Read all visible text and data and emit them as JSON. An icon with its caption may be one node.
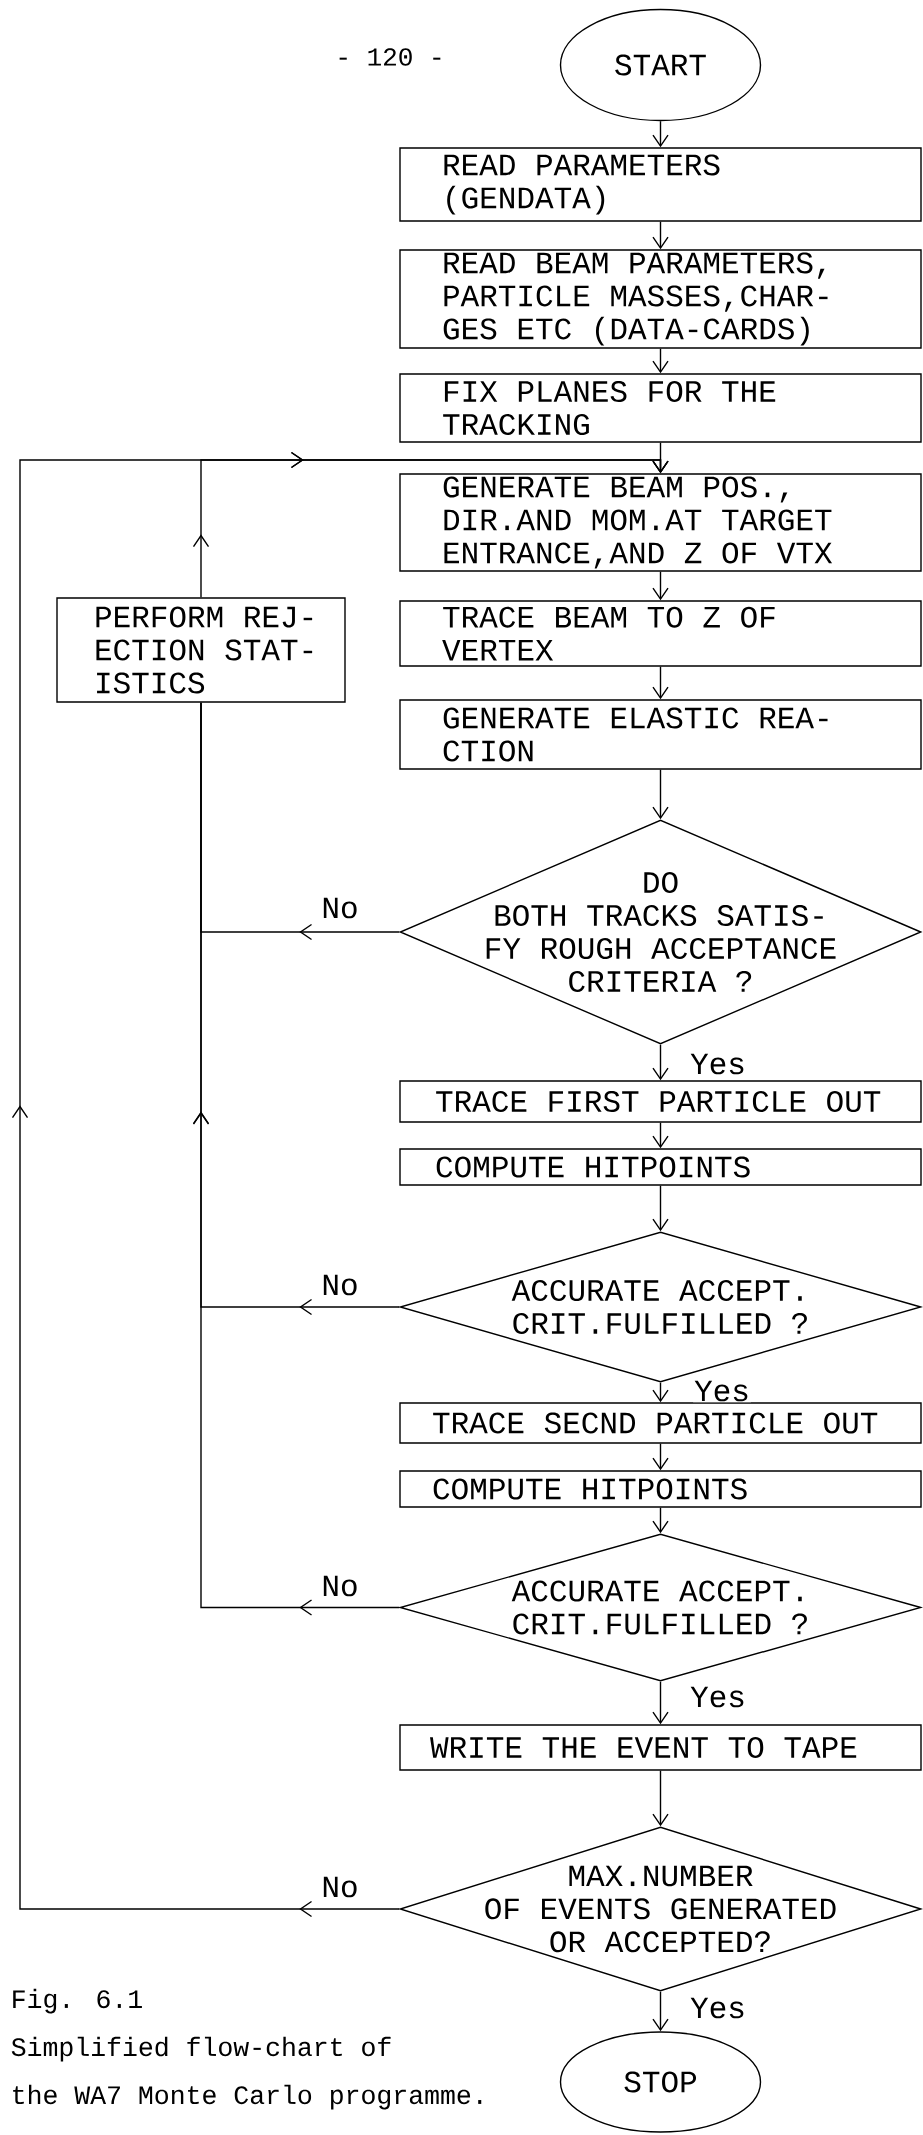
{
  "diagram": {
    "caption": "Fig. 6.1 Simplified flow-chart of the WA7 Monte Carlo programme.",
    "nodes": [
      {
        "text": [
          "START"
        ]
      },
      {
        "text": [
          "READ PARAMETERS (GENDATA)"
        ]
      },
      {
        "text": [
          "READ BEAM PARAMETERS, PARTICLE MASSES,CHAR- GES ETC (DATA-CARDS)"
        ]
      },
      {
        "text": [
          "FIX PLANES FOR THE TRACKING"
        ]
      },
      {
        "text": [
          "GENERATE BEAM POS., DIR.AND MOM.AT TARGET ENTRANCE,AND Z OF VTX"
        ]
      },
      {
        "text": [
          "PERFORM REJ- ECTION STAT- ISTICS"
        ]
      },
      {
        "text": [
          "TRACE BEAM TO Z OF VERTEX"
        ]
      },
      {
        "text": [
          "GENERATE ELASTIC REA- CTION"
        ]
      },
      {
        "text": [
          "DO BOTH TRACKS SATIS- FY ROUGH ACCEPTANCE CRITERIA ?"
        ]
      },
      {
        "text": [
          "TRACE FIRST PARTICLE OUT"
        ]
      },
      {
        "text": [
          "COMPUTE HITPOINTS"
        ]
      },
      {
        "text": [
          "ACCURATE ACCEPT. CRIT.FULFILLED ?"
        ]
      },
      {
        "text": [
          "TRACE SECND PARTICLE OUT"
        ]
      },
      {
        "text": [
          "COMPUTE HITPOINTS"
        ]
      },
      {
        "text": [
          "ACCURATE ACCEPT. CRIT.FULFILLED ?"
        ]
      },
      {
        "text": [
          "WRITE THE EVENT TO TAPE"
        ]
      },
      {
        "text": [
          "MAX.NUMBER OF EVENTS GENERATED OR ACCEPTED?"
        ]
      },
      {
        "text": [
          "STOP"
        ]
      }
    ],
    "edges": [
      {
        "from": 0,
        "to": 1,
        "arrow": "to"
      },
      {
        "from": 1,
        "to": 2,
        "arrow": "to"
      },
      {
        "from": 2,
        "to": 3,
        "arrow": "to"
      },
      {
        "from": 3,
        "to": 4,
        "arrow": "to"
      },
      {
        "from": 4,
        "to": 6,
        "arrow": "to"
      },
      {
        "from": 6,
        "to": 7,
        "arrow": "to"
      },
      {
        "from": 7,
        "to": 8,
        "arrow": "to"
      },
      {
        "from": 8,
        "to": 9,
        "arrow": "to",
        "label": "Yes"
      },
      {
        "from": 8,
        "to": 5,
        "arrow": "to",
        "label": "No"
      },
      {
        "from": 9,
        "to": 10,
        "arrow": "to"
      },
      {
        "from": 10,
        "to": 11,
        "arrow": "to"
      },
      {
        "from": 11,
        "to": 12,
        "arrow": "to",
        "label": "Yes"
      },
      {
        "from": 11,
        "to": 5,
        "arrow": "to",
        "label": "No"
      },
      {
        "from": 12,
        "to": 13,
        "arrow": "to"
      },
      {
        "from": 13,
        "to": 14,
        "arrow": "to"
      },
      {
        "from": 14,
        "to": 15,
        "arrow": "to",
        "label": "Yes"
      },
      {
        "from": 14,
        "to": 5,
        "arrow": "to",
        "label": "No"
      },
      {
        "from": 15,
        "to": 16,
        "arrow": "to"
      },
      {
        "from": 16,
        "to": 17,
        "arrow": "to",
        "label": "Yes"
      },
      {
        "from": 16,
        "to": 4,
        "arrow": "to",
        "label": "No"
      },
      {
        "from": 5,
        "to": 4,
        "arrow": "to"
      }
    ],
    "labels": [
      "- 120 -"
    ]
  }
}
